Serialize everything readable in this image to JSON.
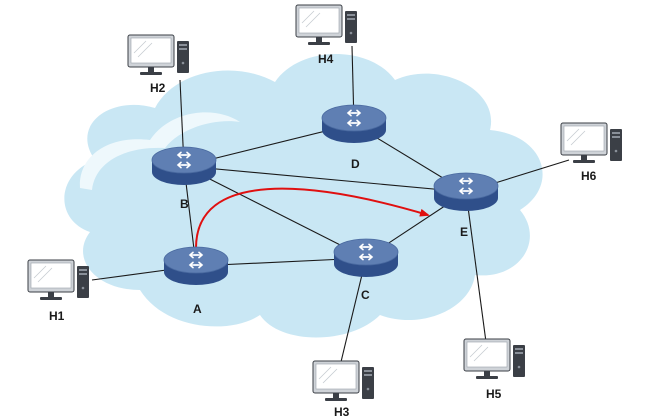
{
  "colors": {
    "cloud_fill": "#c9e7f4",
    "cloud_highlight": "#eef8fc",
    "router_top": "#5f7fb3",
    "router_side": "#2f4f8a",
    "link": "#1a1a1a",
    "path_arrow": "#e01010",
    "host_frame": "#cfd3d8",
    "host_screen": "#ffffff",
    "host_dark": "#3b3f46"
  },
  "icons": {
    "router": "router-icon",
    "host": "computer-icon",
    "background": "cloud-icon"
  },
  "routers": [
    {
      "id": "A",
      "label": "A"
    },
    {
      "id": "B",
      "label": "B"
    },
    {
      "id": "C",
      "label": "C"
    },
    {
      "id": "D",
      "label": "D"
    },
    {
      "id": "E",
      "label": "E"
    }
  ],
  "hosts": [
    {
      "id": "H1",
      "label": "H1",
      "attached_to": "A"
    },
    {
      "id": "H2",
      "label": "H2",
      "attached_to": "B"
    },
    {
      "id": "H3",
      "label": "H3",
      "attached_to": "C"
    },
    {
      "id": "H4",
      "label": "H4",
      "attached_to": "D"
    },
    {
      "id": "H5",
      "label": "H5",
      "attached_to": "E"
    },
    {
      "id": "H6",
      "label": "H6",
      "attached_to": "E"
    }
  ],
  "links": [
    [
      "A",
      "B"
    ],
    [
      "A",
      "C"
    ],
    [
      "B",
      "C"
    ],
    [
      "B",
      "D"
    ],
    [
      "B",
      "E"
    ],
    [
      "D",
      "E"
    ],
    [
      "C",
      "E"
    ]
  ],
  "highlighted_path": {
    "from": "A",
    "to": "E"
  }
}
